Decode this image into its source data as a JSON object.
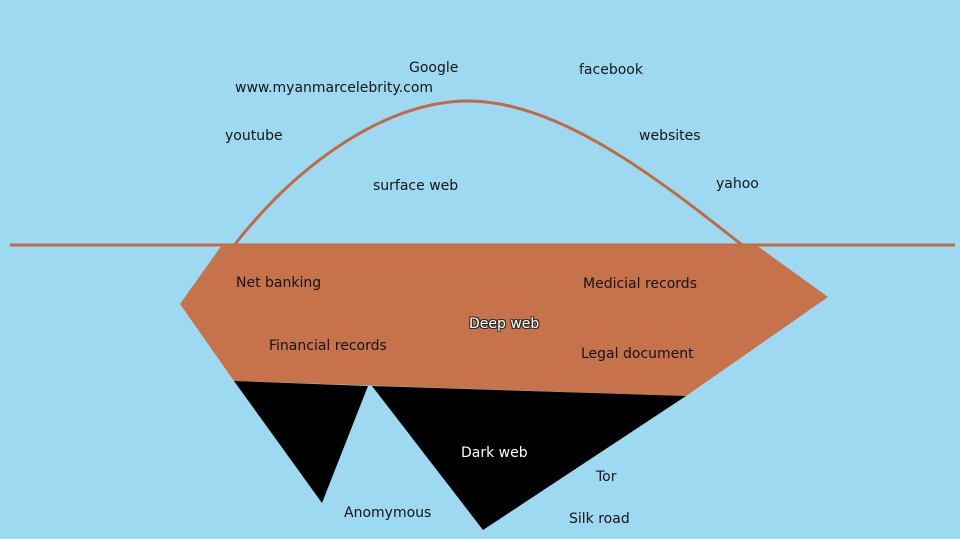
{
  "colors": {
    "sky": "#9ED9F2",
    "deep_web": "#C6724A",
    "dark_web": "#000000",
    "curve": "#C06A43"
  },
  "surface": {
    "google": "Google",
    "facebook": "facebook",
    "site_url": "www.myanmarcelebrity.com",
    "youtube": "youtube",
    "websites": "websites",
    "surface_web": "surface web",
    "yahoo": "yahoo"
  },
  "deep": {
    "net_banking": "Net banking",
    "medical_records": "Medicial records",
    "deep_web": "Deep web",
    "financial_records": "Financial records",
    "legal_document": "Legal document"
  },
  "dark": {
    "dark_web": "Dark web",
    "tor": "Tor",
    "anonymous": "Anomymous",
    "silk_road": "Silk road"
  }
}
